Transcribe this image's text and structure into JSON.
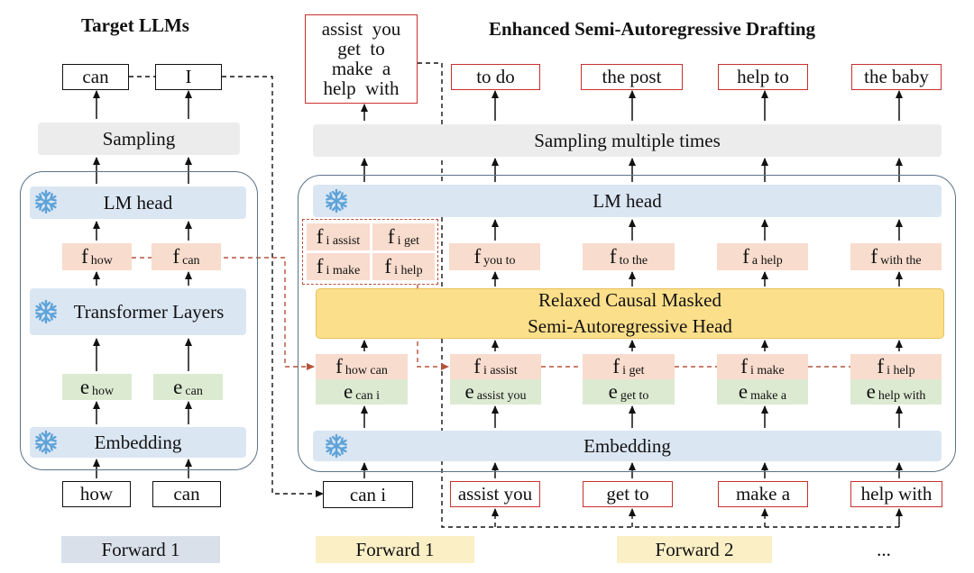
{
  "titles": {
    "left": "Target LLMs",
    "right": "Enhanced Semi-Autoregressive Drafting"
  },
  "left": {
    "outputs": [
      "can",
      "I"
    ],
    "sampling": "Sampling",
    "lm_head": "LM head",
    "features": [
      {
        "base": "f",
        "sub": "how"
      },
      {
        "base": "f",
        "sub": "can"
      }
    ],
    "transformer": "Transformer Layers",
    "embeddings": [
      {
        "base": "e",
        "sub": "how"
      },
      {
        "base": "e",
        "sub": "can"
      }
    ],
    "embedding": "Embedding",
    "inputs": [
      "how",
      "can"
    ],
    "forward": "Forward 1"
  },
  "right": {
    "draft_output_lines": [
      "assist  you",
      "get  to",
      "make  a",
      "help  with"
    ],
    "outputs": [
      "to do",
      "the post",
      "help to",
      "the baby"
    ],
    "sampling": "Sampling multiple times",
    "lm_head": "LM head",
    "feature_grid": [
      {
        "base": "f",
        "sub": "i assist"
      },
      {
        "base": "f",
        "sub": "i get"
      },
      {
        "base": "f",
        "sub": "i make"
      },
      {
        "base": "f",
        "sub": "i help"
      }
    ],
    "top_features": [
      {
        "base": "f",
        "sub": "you to"
      },
      {
        "base": "f",
        "sub": "to the"
      },
      {
        "base": "f",
        "sub": "a help"
      },
      {
        "base": "f",
        "sub": "with the"
      }
    ],
    "head_lines": [
      "Relaxed Causal Masked",
      "Semi-Autoregressive Head"
    ],
    "in_features": [
      {
        "base": "f",
        "sub": "how can"
      },
      {
        "base": "f",
        "sub": "i assist"
      },
      {
        "base": "f",
        "sub": "i get"
      },
      {
        "base": "f",
        "sub": "i make"
      },
      {
        "base": "f",
        "sub": "i help"
      }
    ],
    "in_embeddings": [
      {
        "base": "e",
        "sub": "can i"
      },
      {
        "base": "e",
        "sub": "assist you"
      },
      {
        "base": "e",
        "sub": "get to"
      },
      {
        "base": "e",
        "sub": "make a"
      },
      {
        "base": "e",
        "sub": "help with"
      }
    ],
    "embedding": "Embedding",
    "inputs": [
      "can i",
      "assist you",
      "get to",
      "make a",
      "help with"
    ],
    "forward_1": "Forward 1",
    "forward_2": "Forward 2",
    "ellipsis": "..."
  },
  "colors": {
    "black_arrow": "#111111",
    "dashed_red": "#b5523a",
    "panel_border": "#5b7389",
    "blue_bar": "#dbe6f3",
    "gray_bar": "#ececec",
    "yellow_head": "#fcdf8a",
    "pink_feature": "#f8dccd",
    "green_embedding": "#dcead2",
    "red_box_border": "#c9302f",
    "legend_left": "#d9e0ea",
    "legend_right": "#fbefc6",
    "snowflake": "#5ea3d8"
  },
  "icons": [
    "snowflake-icon"
  ]
}
